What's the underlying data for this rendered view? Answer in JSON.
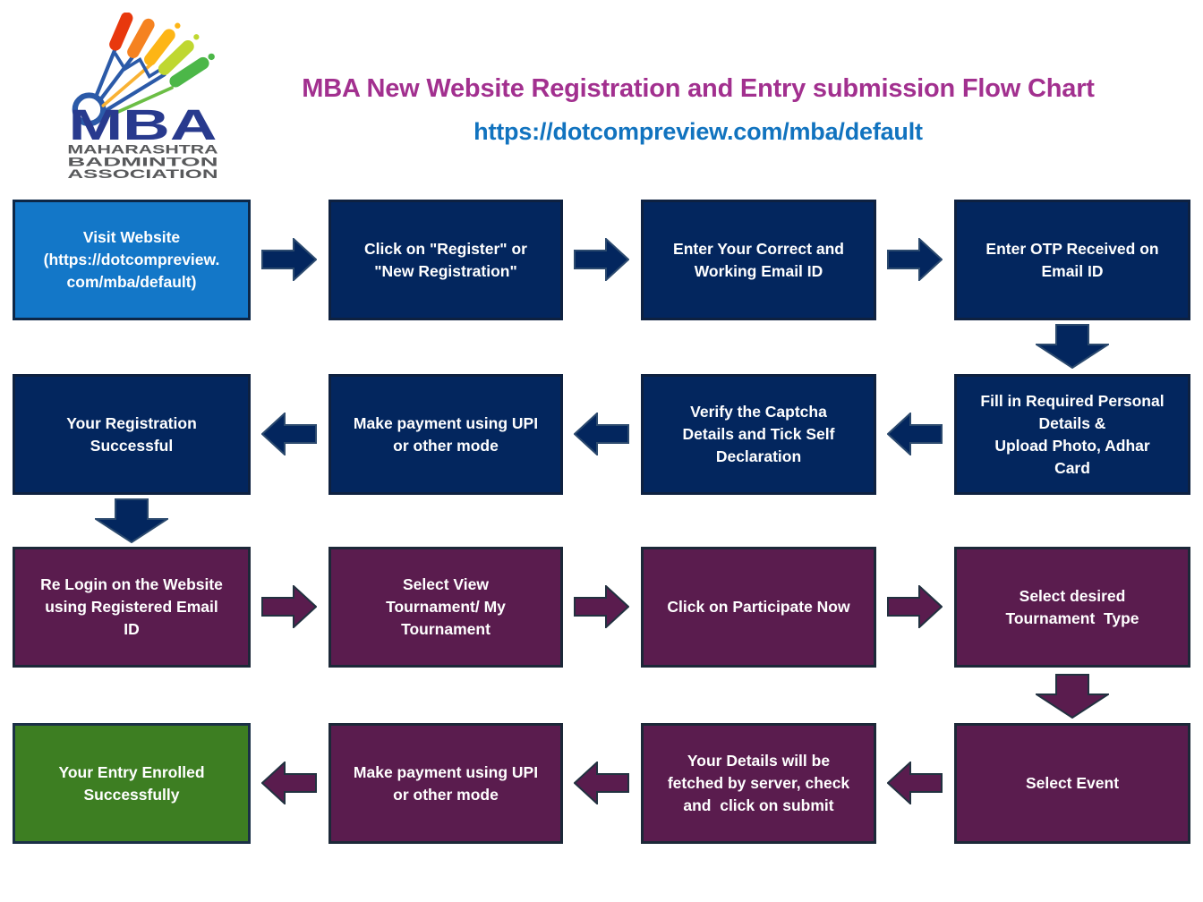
{
  "header": {
    "logo": {
      "acronym": "MBA",
      "org_lines": [
        "MAHARASHTRA",
        "BADMINTON",
        "ASSOCIATION"
      ]
    },
    "title": "MBA New Website Registration and Entry submission Flow Chart",
    "url": "https://dotcompreview.com/mba/default"
  },
  "colors": {
    "title": "#A2308F",
    "url": "#1173BF",
    "blue_step": "#1377C8",
    "navy": "#03265E",
    "purple": "#5A1C4E",
    "green": "#3D7E22",
    "logo_blue": "#283A8E",
    "logo_gray": "#58595B"
  },
  "flow": {
    "rows": [
      {
        "name": "registration-start",
        "direction": "left-to-right",
        "steps": [
          {
            "label": "Visit Website\n(https://dotcompreview.\ncom/mba/default)",
            "color": "blue"
          },
          {
            "label": "Click on \"Register\" or\n\"New Registration\"",
            "color": "navy"
          },
          {
            "label": "Enter Your Correct and\nWorking Email ID",
            "color": "navy"
          },
          {
            "label": "Enter OTP Received on\nEmail ID",
            "color": "navy"
          }
        ]
      },
      {
        "name": "registration-finish",
        "direction": "right-to-left",
        "steps": [
          {
            "label": "Your Registration\nSuccessful",
            "color": "navy"
          },
          {
            "label": "Make payment using UPI\nor other mode",
            "color": "navy"
          },
          {
            "label": "Verify the Captcha\nDetails and Tick Self\nDeclaration",
            "color": "navy"
          },
          {
            "label": "Fill in Required Personal\nDetails &\nUpload Photo, Adhar\nCard",
            "color": "navy"
          }
        ]
      },
      {
        "name": "entry-start",
        "direction": "left-to-right",
        "steps": [
          {
            "label": "Re Login on the Website\nusing Registered Email\nID",
            "color": "purple"
          },
          {
            "label": "Select View\nTournament/ My\nTournament",
            "color": "purple"
          },
          {
            "label": "Click on Participate Now",
            "color": "purple"
          },
          {
            "label": "Select desired\nTournament  Type",
            "color": "purple"
          }
        ]
      },
      {
        "name": "entry-finish",
        "direction": "right-to-left",
        "steps": [
          {
            "label": "Your Entry Enrolled\nSuccessfully",
            "color": "green"
          },
          {
            "label": "Make payment using UPI\nor other mode",
            "color": "purple"
          },
          {
            "label": "Your Details will be\nfetched by server, check\nand  click on submit",
            "color": "purple"
          },
          {
            "label": "Select Event",
            "color": "purple"
          }
        ]
      }
    ]
  }
}
